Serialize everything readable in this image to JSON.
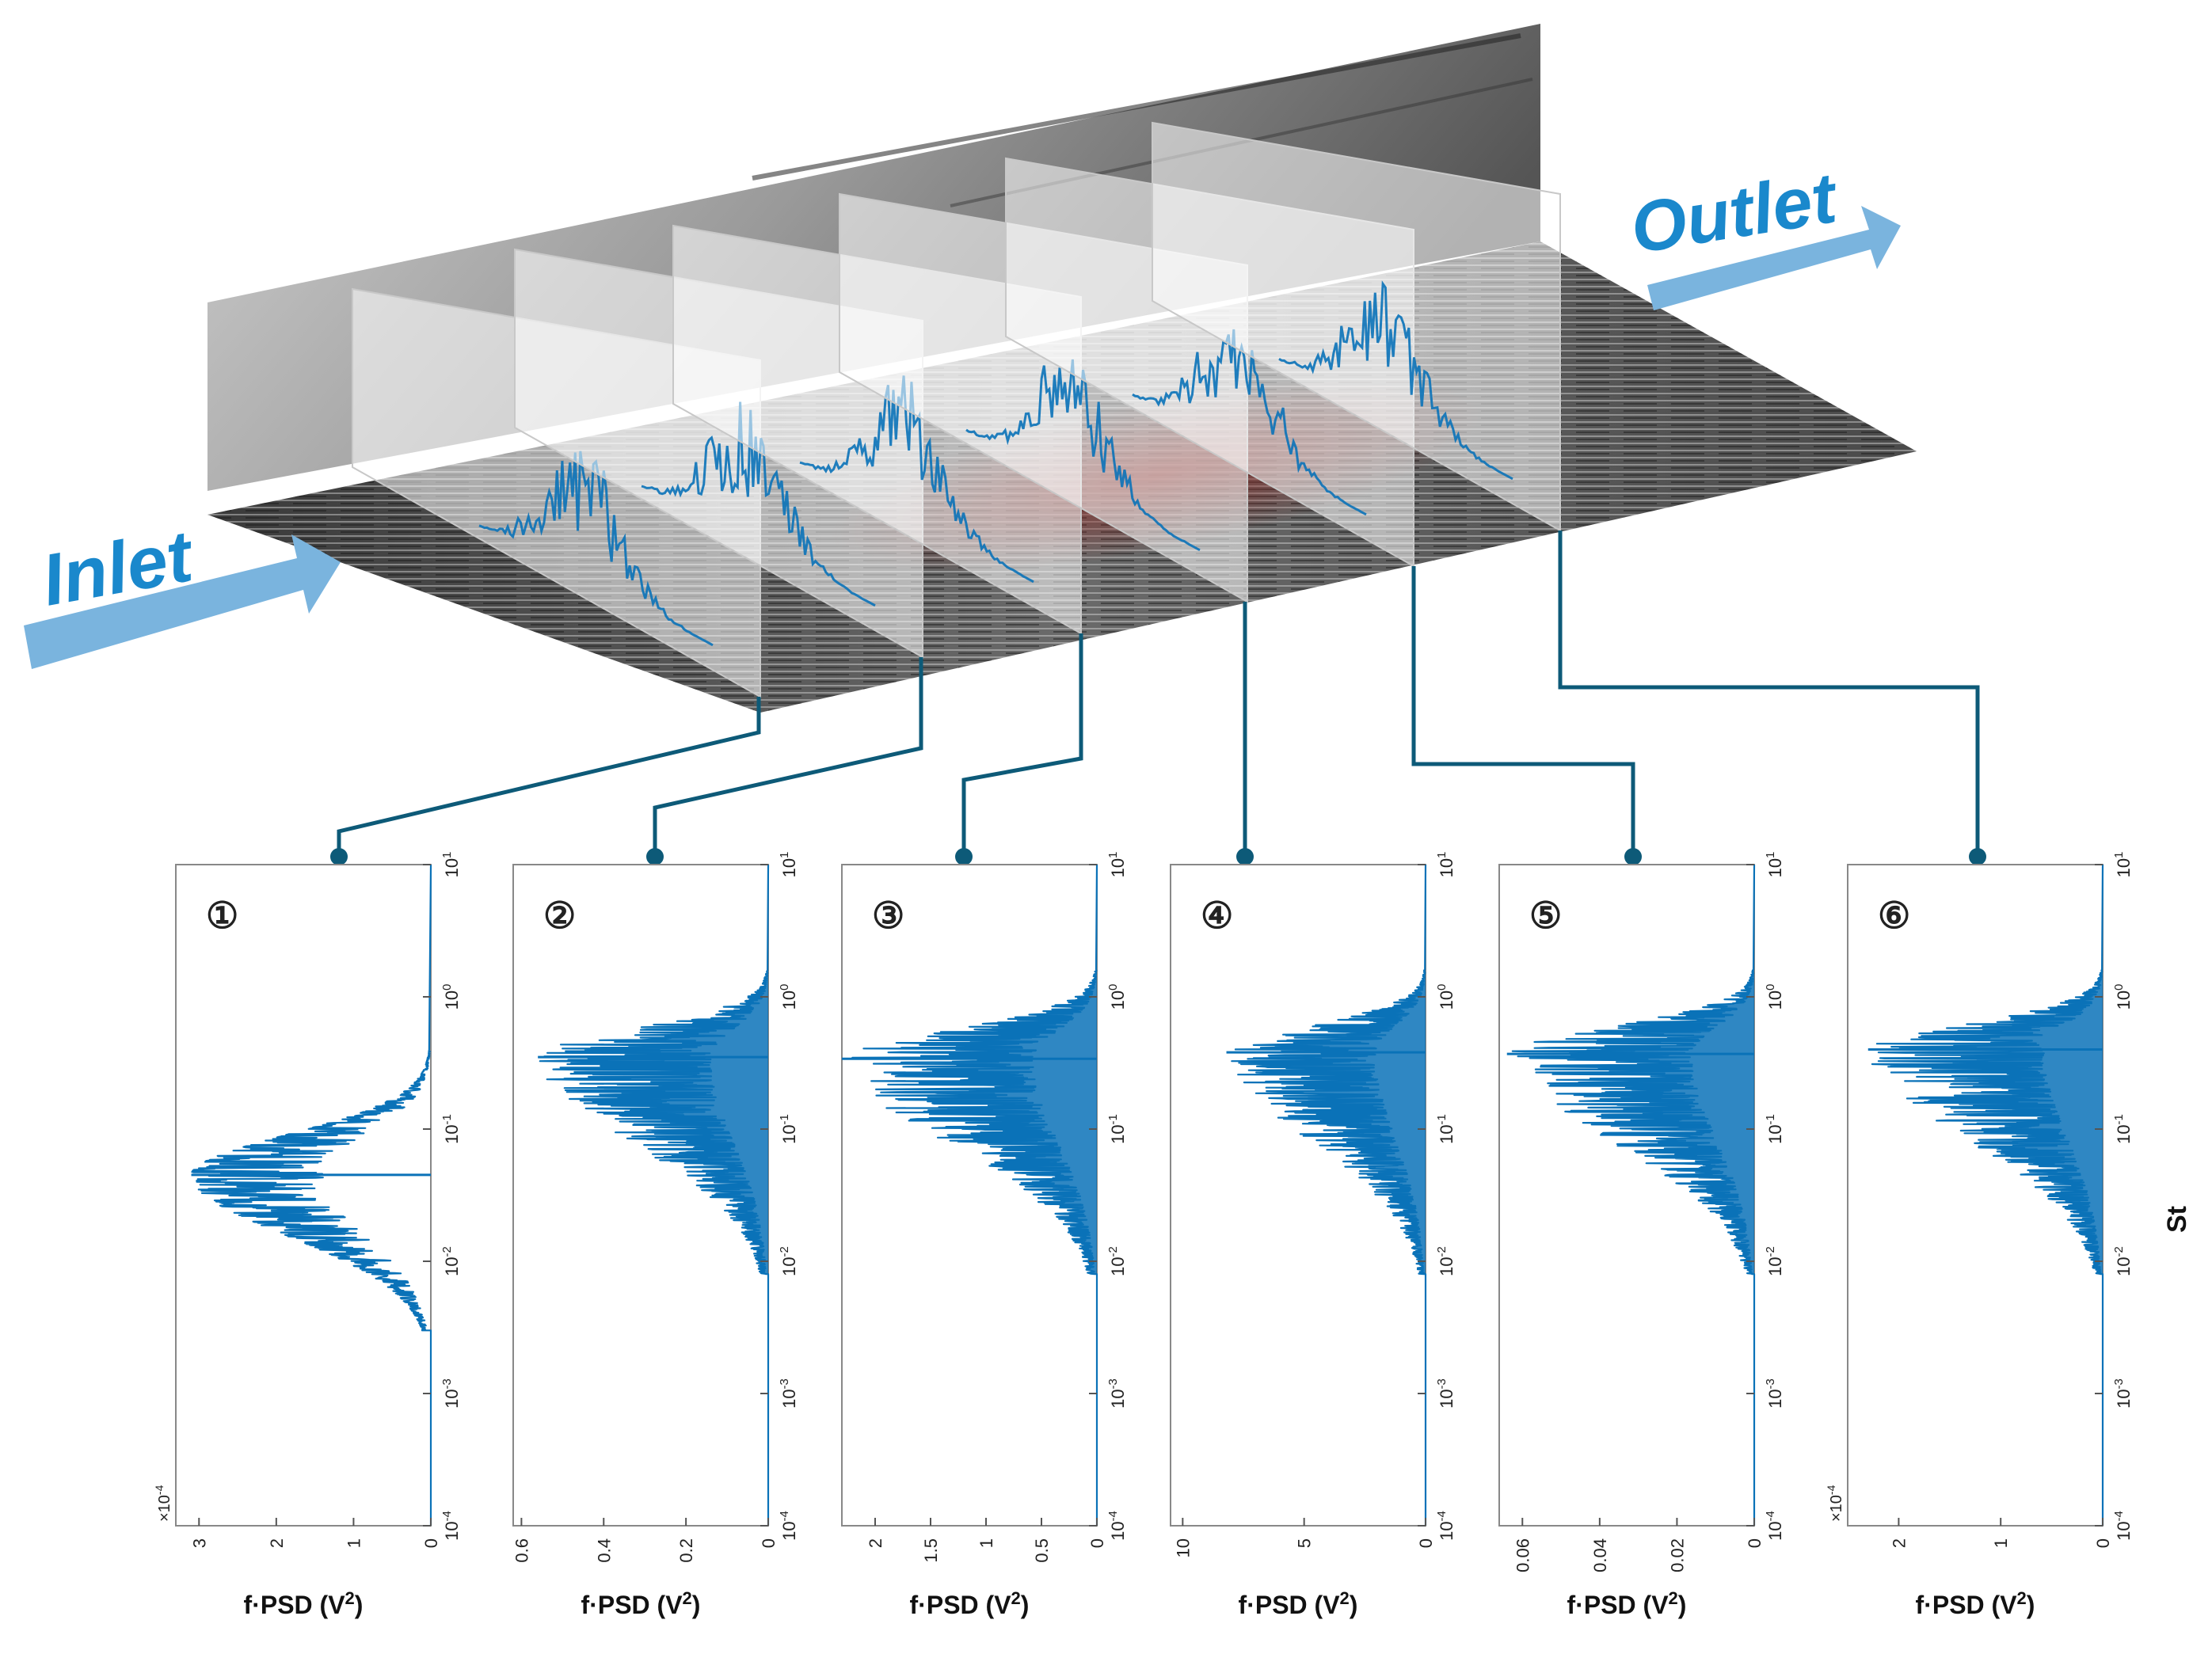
{
  "figure": {
    "inlet_label": "Inlet",
    "outlet_label": "Outlet",
    "colors": {
      "psd_line": "#0a72b8",
      "connector": "#0d5a78",
      "arrow": "#7ab4de",
      "flow_text": "#1a88cc"
    },
    "y_axis_label": "St"
  },
  "chart_data": [
    {
      "type": "line",
      "panel": "①",
      "xlabel_main": "f·PSD (V",
      "xlabel_sup": "2",
      "xlabel_close": ")",
      "x_multiplier": "×10",
      "x_multiplier_exp": "-4",
      "xlim": [
        0,
        3.3
      ],
      "x_ticks": [
        "3",
        "2",
        "1",
        "0"
      ],
      "x_tick_values": [
        3,
        2,
        1,
        0
      ],
      "y_scale": "log",
      "ylim": [
        0.0001,
        10
      ],
      "y_ticks": [
        {
          "base": "10",
          "exp": "-4",
          "value": 0.0001
        },
        {
          "base": "10",
          "exp": "-3",
          "value": 0.001
        },
        {
          "base": "10",
          "exp": "-2",
          "value": 0.01
        },
        {
          "base": "10",
          "exp": "-1",
          "value": 0.1
        },
        {
          "base": "10",
          "exp": "0",
          "value": 1
        },
        {
          "base": "10",
          "exp": "1",
          "value": 10
        }
      ],
      "peak_St": 0.045,
      "peak_value": 3.1,
      "spectrum_low": 0.003,
      "spectrum_high": 0.4
    },
    {
      "type": "line",
      "panel": "②",
      "xlabel_main": "f·PSD (V",
      "xlabel_sup": "2",
      "xlabel_close": ")",
      "x_multiplier": "",
      "x_multiplier_exp": "",
      "xlim": [
        0,
        0.62
      ],
      "x_ticks": [
        "0.6",
        "0.4",
        "0.2",
        "0"
      ],
      "x_tick_values": [
        0.6,
        0.4,
        0.2,
        0
      ],
      "y_scale": "log",
      "ylim": [
        0.0001,
        10
      ],
      "y_ticks": [
        {
          "base": "10",
          "exp": "-4",
          "value": 0.0001
        },
        {
          "base": "10",
          "exp": "-3",
          "value": 0.001
        },
        {
          "base": "10",
          "exp": "-2",
          "value": 0.01
        },
        {
          "base": "10",
          "exp": "-1",
          "value": 0.1
        },
        {
          "base": "10",
          "exp": "0",
          "value": 1
        },
        {
          "base": "10",
          "exp": "1",
          "value": 10
        }
      ],
      "peak_St": 0.35,
      "peak_value": 0.56,
      "spectrum_low": 0.008,
      "spectrum_high": 1.6
    },
    {
      "type": "line",
      "panel": "③",
      "xlabel_main": "f·PSD (V",
      "xlabel_sup": "2",
      "xlabel_close": ")",
      "x_multiplier": "",
      "x_multiplier_exp": "",
      "xlim": [
        0,
        2.3
      ],
      "x_ticks": [
        "2",
        "1.5",
        "1",
        "0.5",
        "0"
      ],
      "x_tick_values": [
        2,
        1.5,
        1,
        0.5,
        0
      ],
      "y_scale": "log",
      "ylim": [
        0.0001,
        10
      ],
      "y_ticks": [
        {
          "base": "10",
          "exp": "-4",
          "value": 0.0001
        },
        {
          "base": "10",
          "exp": "-3",
          "value": 0.001
        },
        {
          "base": "10",
          "exp": "-2",
          "value": 0.01
        },
        {
          "base": "10",
          "exp": "-1",
          "value": 0.1
        },
        {
          "base": "10",
          "exp": "0",
          "value": 1
        },
        {
          "base": "10",
          "exp": "1",
          "value": 10
        }
      ],
      "peak_St": 0.34,
      "peak_value": 2.3,
      "spectrum_low": 0.008,
      "spectrum_high": 1.6
    },
    {
      "type": "line",
      "panel": "④",
      "xlabel_main": "f·PSD (V",
      "xlabel_sup": "2",
      "xlabel_close": ")",
      "x_multiplier": "",
      "x_multiplier_exp": "",
      "xlim": [
        0,
        10.5
      ],
      "x_ticks": [
        "10",
        "5",
        "0"
      ],
      "x_tick_values": [
        10,
        5,
        0
      ],
      "y_scale": "log",
      "ylim": [
        0.0001,
        10
      ],
      "y_ticks": [
        {
          "base": "10",
          "exp": "-4",
          "value": 0.0001
        },
        {
          "base": "10",
          "exp": "-3",
          "value": 0.001
        },
        {
          "base": "10",
          "exp": "-2",
          "value": 0.01
        },
        {
          "base": "10",
          "exp": "-1",
          "value": 0.1
        },
        {
          "base": "10",
          "exp": "0",
          "value": 1
        },
        {
          "base": "10",
          "exp": "1",
          "value": 10
        }
      ],
      "peak_St": 0.38,
      "peak_value": 8.2,
      "spectrum_low": 0.008,
      "spectrum_high": 1.6
    },
    {
      "type": "line",
      "panel": "⑤",
      "xlabel_main": "f·PSD (V",
      "xlabel_sup": "2",
      "xlabel_close": ")",
      "x_multiplier": "",
      "x_multiplier_exp": "",
      "xlim": [
        0,
        0.066
      ],
      "x_ticks": [
        "0.06",
        "0.04",
        "0.02",
        "0"
      ],
      "x_tick_values": [
        0.06,
        0.04,
        0.02,
        0
      ],
      "y_scale": "log",
      "ylim": [
        0.0001,
        10
      ],
      "y_ticks": [
        {
          "base": "10",
          "exp": "-4",
          "value": 0.0001
        },
        {
          "base": "10",
          "exp": "-3",
          "value": 0.001
        },
        {
          "base": "10",
          "exp": "-2",
          "value": 0.01
        },
        {
          "base": "10",
          "exp": "-1",
          "value": 0.1
        },
        {
          "base": "10",
          "exp": "0",
          "value": 1
        },
        {
          "base": "10",
          "exp": "1",
          "value": 10
        }
      ],
      "peak_St": 0.37,
      "peak_value": 0.064,
      "spectrum_low": 0.008,
      "spectrum_high": 1.6
    },
    {
      "type": "line",
      "panel": "⑥",
      "xlabel_main": "f·PSD (V",
      "xlabel_sup": "2",
      "xlabel_close": ")",
      "x_multiplier": "×10",
      "x_multiplier_exp": "-4",
      "xlim": [
        0,
        2.5
      ],
      "x_ticks": [
        "2",
        "1",
        "0"
      ],
      "x_tick_values": [
        2,
        1,
        0
      ],
      "y_scale": "log",
      "ylim": [
        0.0001,
        10
      ],
      "y_ticks": [
        {
          "base": "10",
          "exp": "-4",
          "value": 0.0001
        },
        {
          "base": "10",
          "exp": "-3",
          "value": 0.001
        },
        {
          "base": "10",
          "exp": "-2",
          "value": 0.01
        },
        {
          "base": "10",
          "exp": "-1",
          "value": 0.1
        },
        {
          "base": "10",
          "exp": "0",
          "value": 1
        },
        {
          "base": "10",
          "exp": "1",
          "value": 10
        }
      ],
      "peak_St": 0.4,
      "peak_value": 2.3,
      "spectrum_low": 0.008,
      "spectrum_high": 1.6
    }
  ]
}
